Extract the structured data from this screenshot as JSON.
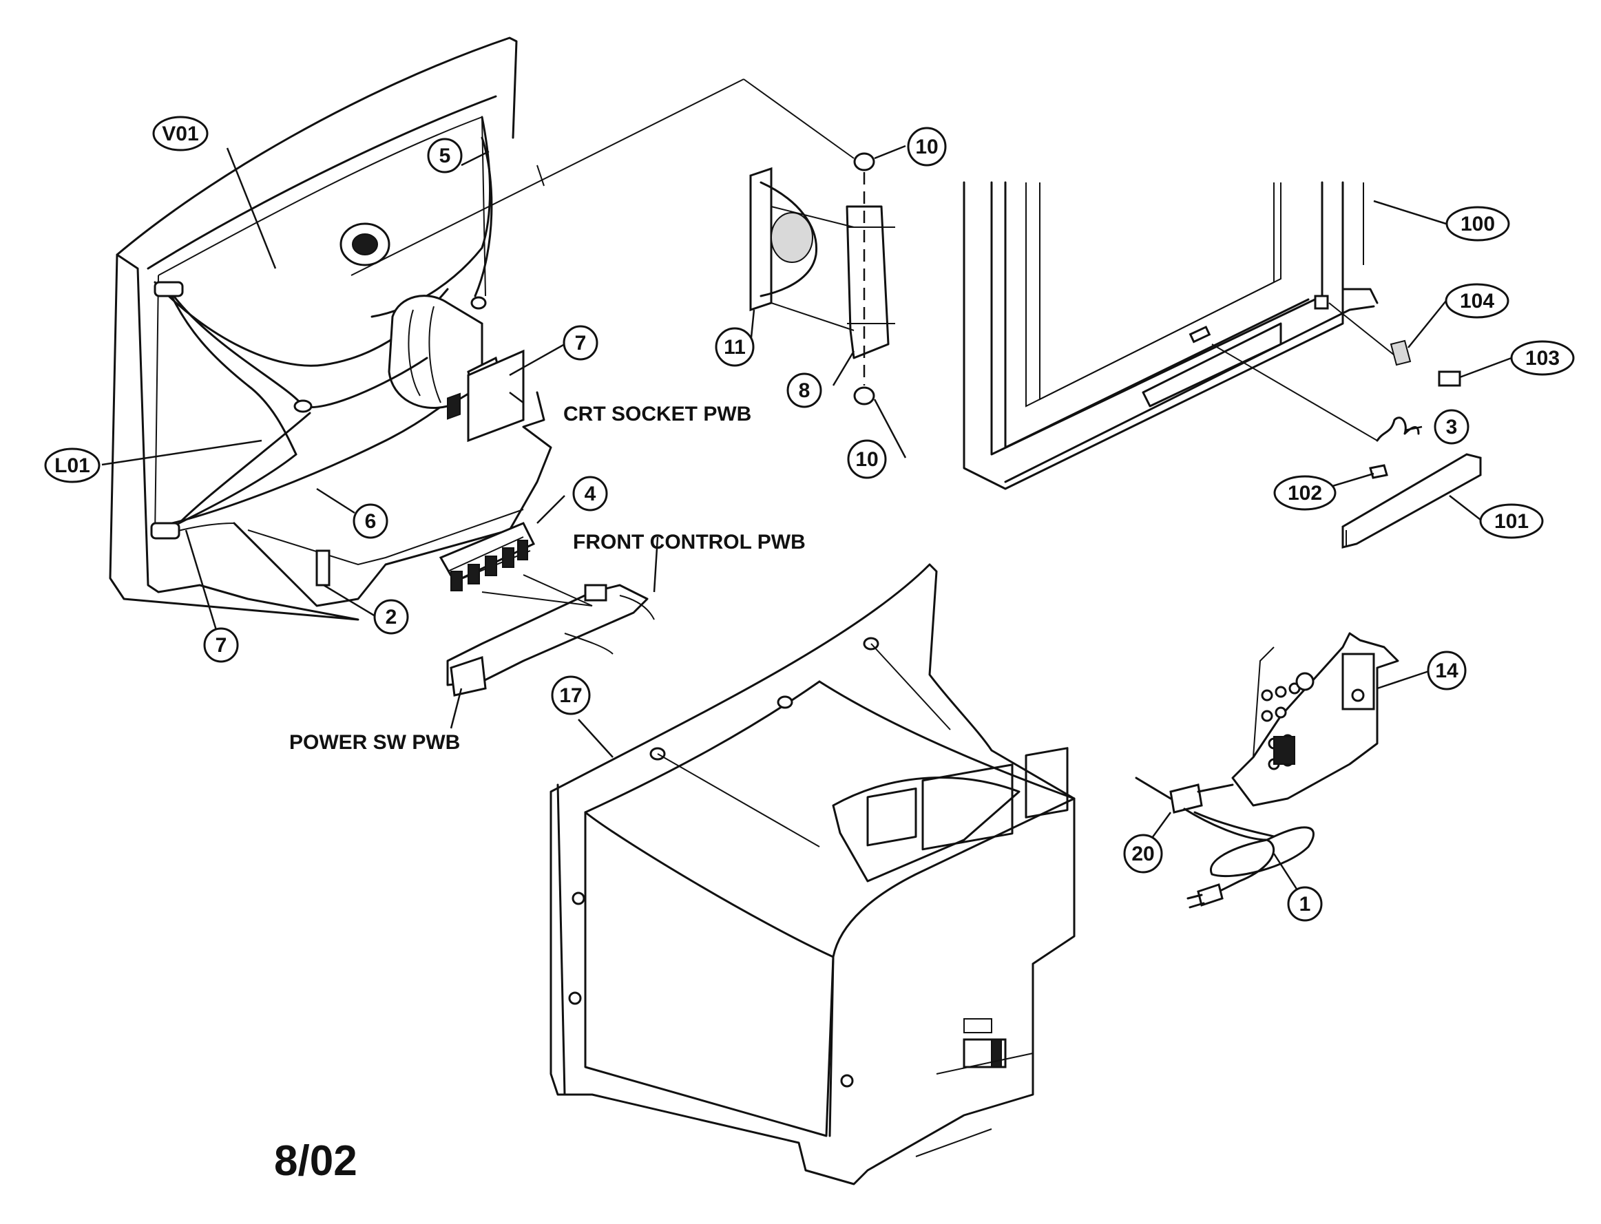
{
  "callouts": {
    "v01": "V01",
    "p5": "5",
    "p7a": "7",
    "p7b": "7",
    "l01": "L01",
    "p6": "6",
    "p2": "2",
    "p4": "4",
    "p10a": "10",
    "p10b": "10",
    "p11": "11",
    "p8": "8",
    "p100": "100",
    "p104": "104",
    "p103": "103",
    "p3": "3",
    "p102": "102",
    "p101": "101",
    "p17": "17",
    "p14": "14",
    "p20": "20",
    "p1": "1"
  },
  "labels": {
    "crt_socket_pwb": "CRT SOCKET PWB",
    "front_control_pwb": "FRONT CONTROL PWB",
    "power_sw_pwb": "POWER SW PWB"
  },
  "footer": {
    "date": "8/02"
  }
}
